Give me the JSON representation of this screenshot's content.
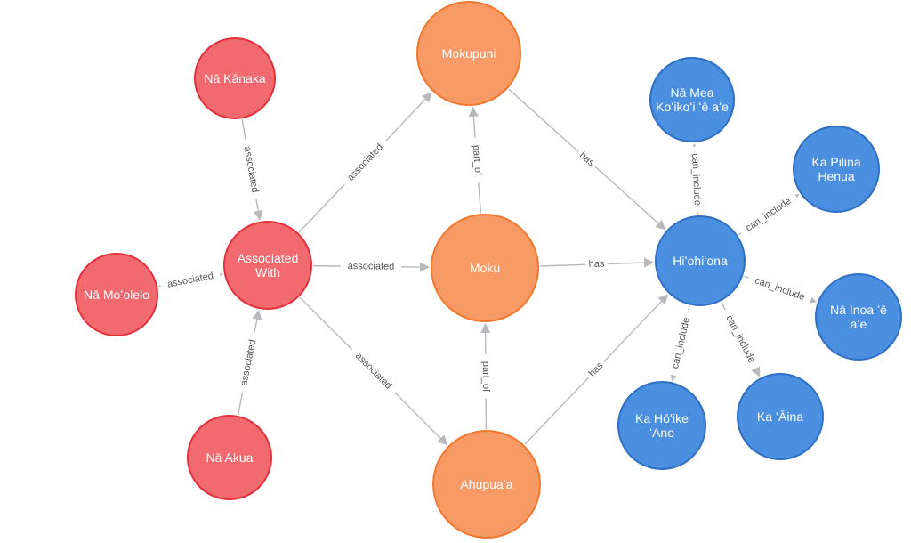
{
  "nodes": {
    "na_kanaka": {
      "label": [
        "Nā Kānaka"
      ],
      "color": "#f06a70",
      "stroke": "#e2313b"
    },
    "na_moolelo": {
      "label": [
        "Nā Moʻolelo"
      ],
      "color": "#f06a70",
      "stroke": "#e2313b"
    },
    "associated_with": {
      "label": [
        "Associated",
        "With"
      ],
      "color": "#f06a70",
      "stroke": "#e2313b"
    },
    "na_akua": {
      "label": [
        "Nā Akua"
      ],
      "color": "#f06a70",
      "stroke": "#e2313b"
    },
    "mokupuni": {
      "label": [
        "Mokupuni"
      ],
      "color": "#f79a66",
      "stroke": "#f0782f"
    },
    "moku": {
      "label": [
        "Moku"
      ],
      "color": "#f79a66",
      "stroke": "#f0782f"
    },
    "ahupuaa": {
      "label": [
        "Ahupuaʻa"
      ],
      "color": "#f79a66",
      "stroke": "#f0782f"
    },
    "hiohiona": {
      "label": [
        "Hiʻohiʻona"
      ],
      "color": "#4a8fe0",
      "stroke": "#2f6fc4"
    },
    "na_mea": {
      "label": [
        "Nā Mea",
        "Koʻikoʻi ʻē aʻe"
      ],
      "color": "#4a8fe0",
      "stroke": "#2f6fc4"
    },
    "ka_pilina": {
      "label": [
        "Ka Pilina",
        "Henua"
      ],
      "color": "#4a8fe0",
      "stroke": "#2f6fc4"
    },
    "na_inoa": {
      "label": [
        "Nā Inoa ʻē",
        "aʻe"
      ],
      "color": "#4a8fe0",
      "stroke": "#2f6fc4"
    },
    "ka_aina": {
      "label": [
        "Ka ʻĀina"
      ],
      "color": "#4a8fe0",
      "stroke": "#2f6fc4"
    },
    "ka_hoike": {
      "label": [
        "Ka Hōʻike",
        "ʻAno"
      ],
      "color": "#4a8fe0",
      "stroke": "#2f6fc4"
    }
  },
  "edges": [
    {
      "id": "kanaka-assoc",
      "from": "na_kanaka",
      "to": "associated_with",
      "label": "associated"
    },
    {
      "id": "moolelo-assoc",
      "from": "na_moolelo",
      "to": "associated_with",
      "label": "associated"
    },
    {
      "id": "akua-assoc",
      "from": "na_akua",
      "to": "associated_with",
      "label": "associated"
    },
    {
      "id": "assoc-mokupuni",
      "from": "associated_with",
      "to": "mokupuni",
      "label": "associated"
    },
    {
      "id": "assoc-moku",
      "from": "associated_with",
      "to": "moku",
      "label": "associated"
    },
    {
      "id": "assoc-ahupuaa",
      "from": "associated_with",
      "to": "ahupuaa",
      "label": "associated"
    },
    {
      "id": "moku-mokupuni",
      "from": "moku",
      "to": "mokupuni",
      "label": "part_of"
    },
    {
      "id": "ahupuaa-moku",
      "from": "ahupuaa",
      "to": "moku",
      "label": "part_of"
    },
    {
      "id": "mokupuni-hio",
      "from": "mokupuni",
      "to": "hiohiona",
      "label": "has"
    },
    {
      "id": "moku-hio",
      "from": "moku",
      "to": "hiohiona",
      "label": "has"
    },
    {
      "id": "ahupuaa-hio",
      "from": "ahupuaa",
      "to": "hiohiona",
      "label": "has"
    },
    {
      "id": "hio-namea",
      "from": "hiohiona",
      "to": "na_mea",
      "label": "can_include"
    },
    {
      "id": "hio-pilina",
      "from": "hiohiona",
      "to": "ka_pilina",
      "label": "can_include"
    },
    {
      "id": "hio-inoa",
      "from": "hiohiona",
      "to": "na_inoa",
      "label": "can_include"
    },
    {
      "id": "hio-aina",
      "from": "hiohiona",
      "to": "ka_aina",
      "label": "can_include"
    },
    {
      "id": "hio-hoike",
      "from": "hiohiona",
      "to": "ka_hoike",
      "label": "can_include"
    }
  ]
}
